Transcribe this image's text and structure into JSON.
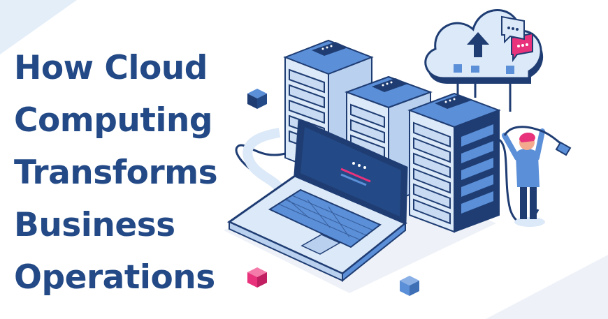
{
  "headline": {
    "lines": [
      "How Cloud",
      "Computing",
      "Transforms",
      "Business",
      "Operations"
    ]
  },
  "colors": {
    "headline": "#234a86",
    "navy": "#1f3d73",
    "accent_blue": "#5b8fd8",
    "light_blue": "#dce9f8",
    "accent_pink": "#e8327c"
  },
  "illustration": {
    "icons": [
      "cloud-upload-icon",
      "chat-bubbles-icon",
      "server-rack-icon",
      "laptop-icon",
      "person-holding-cable-icon",
      "cube-icon"
    ]
  }
}
